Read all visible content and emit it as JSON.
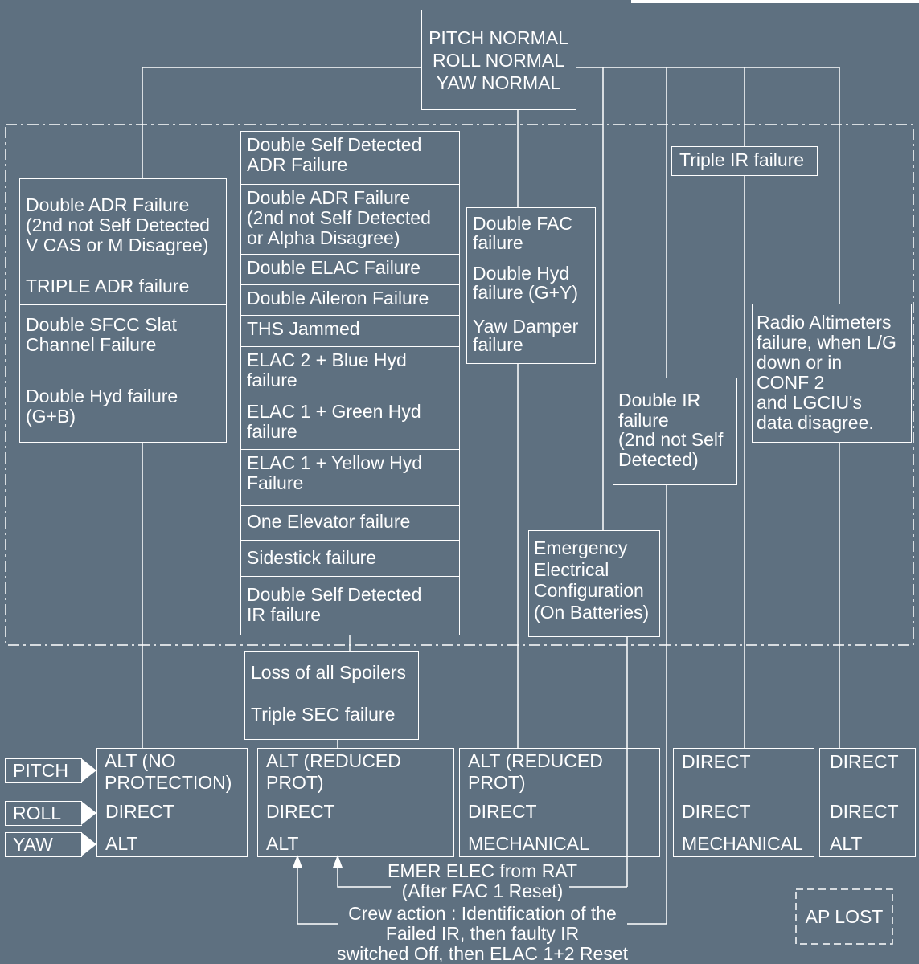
{
  "top_node": "PITCH NORMAL\nROLL NORMAL\nYAW NORMAL",
  "groups": {
    "col1": [
      "Double ADR Failure\n(2nd not Self Detected\nV CAS or M Disagree)",
      "TRIPLE ADR failure",
      "Double SFCC Slat\nChannel Failure",
      "Double Hyd failure\n(G+B)"
    ],
    "col2": [
      "Double Self Detected\nADR Failure",
      "Double ADR Failure\n(2nd not Self Detected\nor Alpha Disagree)",
      "Double ELAC Failure",
      "Double Aileron Failure",
      "THS Jammed",
      "ELAC 2 + Blue Hyd\nfailure",
      "ELAC 1 + Green Hyd\nfailure",
      "ELAC 1 + Yellow Hyd\nFailure",
      "One Elevator failure",
      "Sidestick failure",
      "Double Self Detected\nIR failure"
    ],
    "col3": [
      "Double FAC\nfailure",
      "Double Hyd\nfailure (G+Y)",
      "Yaw Damper\nfailure"
    ],
    "triple_ir": "Triple IR failure",
    "double_ir": "Double IR\nfailure\n(2nd not Self\nDetected)",
    "radio_alt": "Radio Altimeters\nfailure, when L/G\ndown or in\nCONF 2\nand LGCIU's\ndata disagree.",
    "emer_elec": "Emergency\nElectrical\nConfiguration\n(On Batteries)",
    "spoilers": [
      "Loss of all Spoilers",
      "Triple SEC failure"
    ]
  },
  "axes": {
    "pitch": "PITCH",
    "roll": "ROLL",
    "yaw": "YAW"
  },
  "laws": [
    {
      "pitch": "ALT (NO\nPROTECTION)",
      "roll": "DIRECT",
      "yaw": "ALT"
    },
    {
      "pitch": "ALT (REDUCED\nPROT)",
      "roll": "DIRECT",
      "yaw": "ALT"
    },
    {
      "pitch": "ALT (REDUCED\nPROT)",
      "roll": "DIRECT",
      "yaw": "MECHANICAL"
    },
    {
      "pitch": "DIRECT",
      "roll": "DIRECT",
      "yaw": "MECHANICAL"
    },
    {
      "pitch": "DIRECT",
      "roll": "DIRECT",
      "yaw": "ALT"
    }
  ],
  "notes": {
    "rat": "EMER ELEC from RAT\n(After FAC 1 Reset)",
    "crew": "Crew action : Identification of the\nFailed IR, then faulty IR\nswitched Off, then ELAC 1+2 Reset"
  },
  "ap_lost": "AP LOST",
  "colors": {
    "background": "#5e7080",
    "line": "#ffffff"
  }
}
